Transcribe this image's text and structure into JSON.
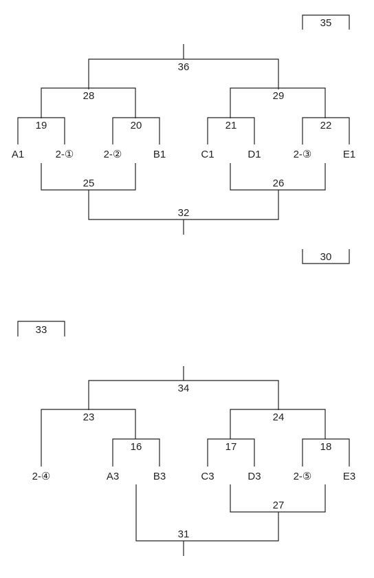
{
  "bracket": {
    "top": {
      "side_box": "35",
      "final": "36",
      "semis": [
        "28",
        "29"
      ],
      "quarters": [
        "19",
        "20",
        "21",
        "22"
      ],
      "entrants": [
        "A1",
        "2-①",
        "2-②",
        "B1",
        "C1",
        "D1",
        "2-③",
        "E1"
      ],
      "lower_pairs": [
        "25",
        "26"
      ],
      "lower_final": "32",
      "lower_box": "30"
    },
    "bottom": {
      "side_box": "33",
      "final": "34",
      "semis": [
        "23",
        "24"
      ],
      "quarters": [
        "16",
        "17",
        "18"
      ],
      "entrants": [
        "2-④",
        "A3",
        "B3",
        "C3",
        "D3",
        "2-⑤",
        "E3"
      ],
      "lower_pair": "27",
      "lower_final": "31"
    }
  }
}
